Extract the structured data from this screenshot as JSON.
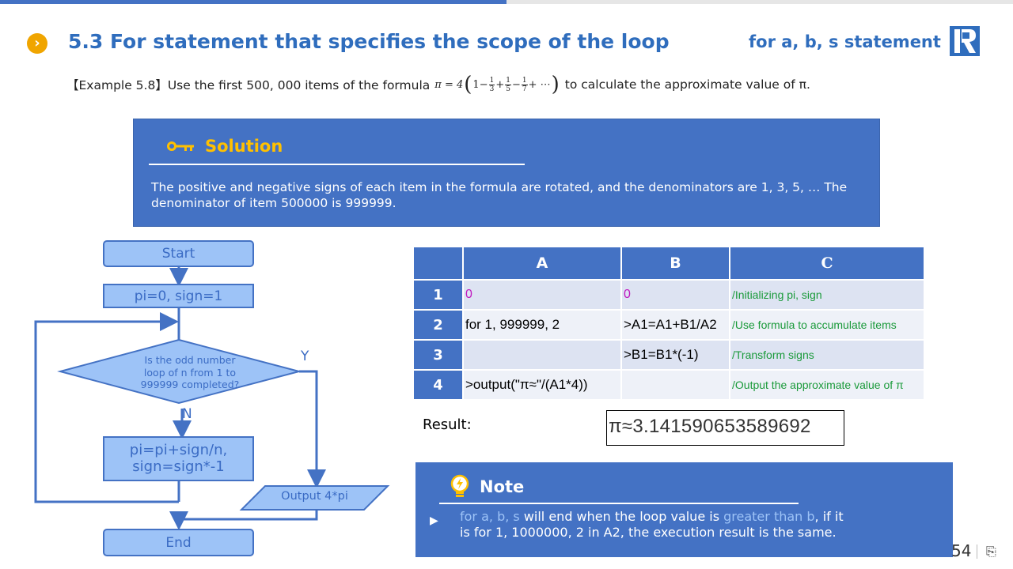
{
  "header": {
    "bullet_icon": "chevron-right-icon",
    "title": "5.3 For statement that specifies the scope of the loop",
    "subtitle": "for a, b, s statement",
    "logo": "R-logo-icon"
  },
  "example": {
    "prefix": "【Example 5.8】Use the first 500, 000 items of the formula",
    "formula_lhs": "π = 4",
    "formula_terms": [
      "1",
      "−",
      "+",
      "−",
      "+ ⋯"
    ],
    "fractions": [
      {
        "num": "1",
        "den": "3"
      },
      {
        "num": "1",
        "den": "5"
      },
      {
        "num": "1",
        "den": "7"
      }
    ],
    "suffix": "to calculate the approximate value of π."
  },
  "solution": {
    "icon": "key-icon",
    "heading": "Solution",
    "text": "The positive and negative signs of each item in the formula are rotated, and the denominators are 1, 3, 5, … The denominator of item 500000 is 999999."
  },
  "flowchart": {
    "start": "Start",
    "init": "pi=0, sign=1",
    "decision": [
      "Is the odd number",
      "loop of n from 1 to",
      "999999 completed?"
    ],
    "yes": "Y",
    "no": "N",
    "body": [
      "pi=pi+sign/n,",
      "sign=sign*-1"
    ],
    "output": "Output 4*pi",
    "end": "End"
  },
  "grid": {
    "columns": [
      "A",
      "B",
      "C"
    ],
    "rows": [
      {
        "n": "1",
        "a": "0",
        "b": "0",
        "c": "/Initializing  pi, sign"
      },
      {
        "n": "2",
        "a": "for 1, 999999, 2",
        "b": ">A1=A1+B1/A2",
        "c": "/Use formula to accumulate items"
      },
      {
        "n": "3",
        "a": "",
        "b": ">B1=B1*(-1)",
        "c": "/Transform signs"
      },
      {
        "n": "4",
        "a": ">output(\"π≈\"/(A1*4))",
        "b": "",
        "c": "/Output the approximate value of π"
      }
    ]
  },
  "result": {
    "label": "Result:",
    "value": "π≈3.141590653589692"
  },
  "note": {
    "icon": "lightbulb-icon",
    "heading": "Note",
    "p1": "for a, b, s",
    "p2": " will end when the loop value is ",
    "p3": "greater than b",
    "p4": ", if it is for 1, 1000000, 2 in A2, the execution result is the same."
  },
  "footer": {
    "page_number": "54"
  },
  "colors": {
    "accent": "#4472c4",
    "title": "#2f6dbd",
    "solution_heading": "#ffc000",
    "flow_fill": "#9dc3f7"
  }
}
